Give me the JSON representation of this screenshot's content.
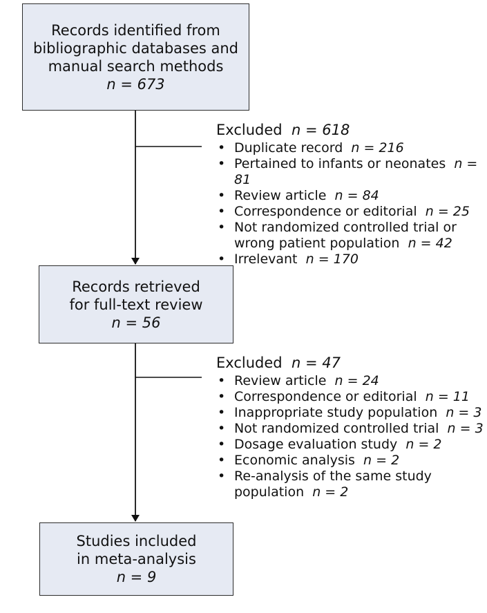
{
  "box_identified": {
    "lines": [
      "Records identified from",
      "bibliographic databases and",
      "manual search methods"
    ],
    "n": "n = 673"
  },
  "excluded_1": {
    "label": "Excluded",
    "n": "n = 618",
    "items": [
      {
        "lines": [
          "Duplicate record"
        ],
        "n": "n = 216"
      },
      {
        "lines": [
          "Pertained to infants or neonates"
        ],
        "n": "n = 81"
      },
      {
        "lines": [
          "Review article"
        ],
        "n": "n = 84"
      },
      {
        "lines": [
          "Correspondence or editorial"
        ],
        "n": "n = 25"
      },
      {
        "lines": [
          "Not randomized controlled trial or",
          "wrong patient population"
        ],
        "n": "n = 42"
      },
      {
        "lines": [
          "Irrelevant"
        ],
        "n": "n = 170"
      }
    ]
  },
  "box_retrieved": {
    "lines": [
      "Records retrieved",
      "for full-text review"
    ],
    "n": "n = 56"
  },
  "excluded_2": {
    "label": "Excluded",
    "n": "n = 47",
    "items": [
      {
        "lines": [
          "Review article"
        ],
        "n": "n = 24"
      },
      {
        "lines": [
          "Correspondence or editorial"
        ],
        "n": "n = 11"
      },
      {
        "lines": [
          "Inappropriate study population"
        ],
        "n": "n = 3"
      },
      {
        "lines": [
          "Not randomized controlled trial"
        ],
        "n": "n = 3"
      },
      {
        "lines": [
          "Dosage evaluation study"
        ],
        "n": "n = 2"
      },
      {
        "lines": [
          "Economic analysis"
        ],
        "n": "n = 2"
      },
      {
        "lines": [
          "Re-analysis of the same study",
          "population"
        ],
        "n": "n = 2"
      }
    ]
  },
  "box_included": {
    "lines": [
      "Studies included",
      "in meta-analysis"
    ],
    "n": "n = 9"
  }
}
